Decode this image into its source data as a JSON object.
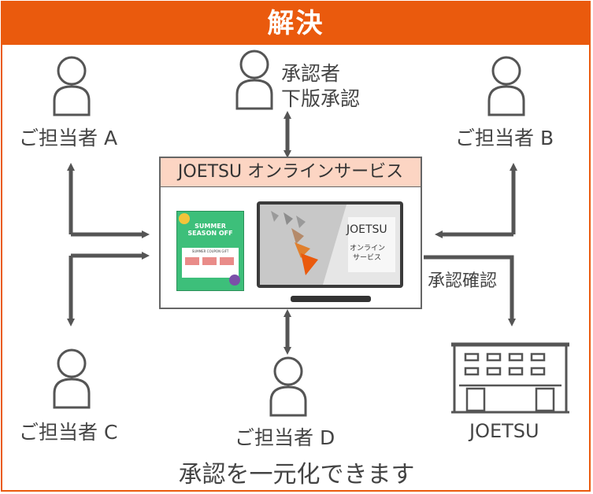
{
  "header": {
    "title": "解決"
  },
  "persons": {
    "a": {
      "label": "ご担当者 A"
    },
    "b": {
      "label": "ご担当者 B"
    },
    "c": {
      "label": "ご担当者 C"
    },
    "d": {
      "label": "ご担当者 D"
    },
    "approver": {
      "line1": "承認者",
      "line2": "下版承認"
    }
  },
  "service": {
    "title": "JOETSU オンラインサービス",
    "flyer_title": "SUMMER SEASON OFF",
    "flyer_footer": "SUMMER COUPON GIFT",
    "screen_logo": "JOETSU",
    "screen_text1": "オンライン",
    "screen_text2": "サービス"
  },
  "edge_labels": {
    "approval_check": "承認確認"
  },
  "company": {
    "label": "JOETSU"
  },
  "footer": {
    "caption": "承認を一元化できます"
  },
  "colors": {
    "accent": "#ea5a0d",
    "service_header_bg": "#fcd5c3",
    "arrow": "#555555"
  }
}
